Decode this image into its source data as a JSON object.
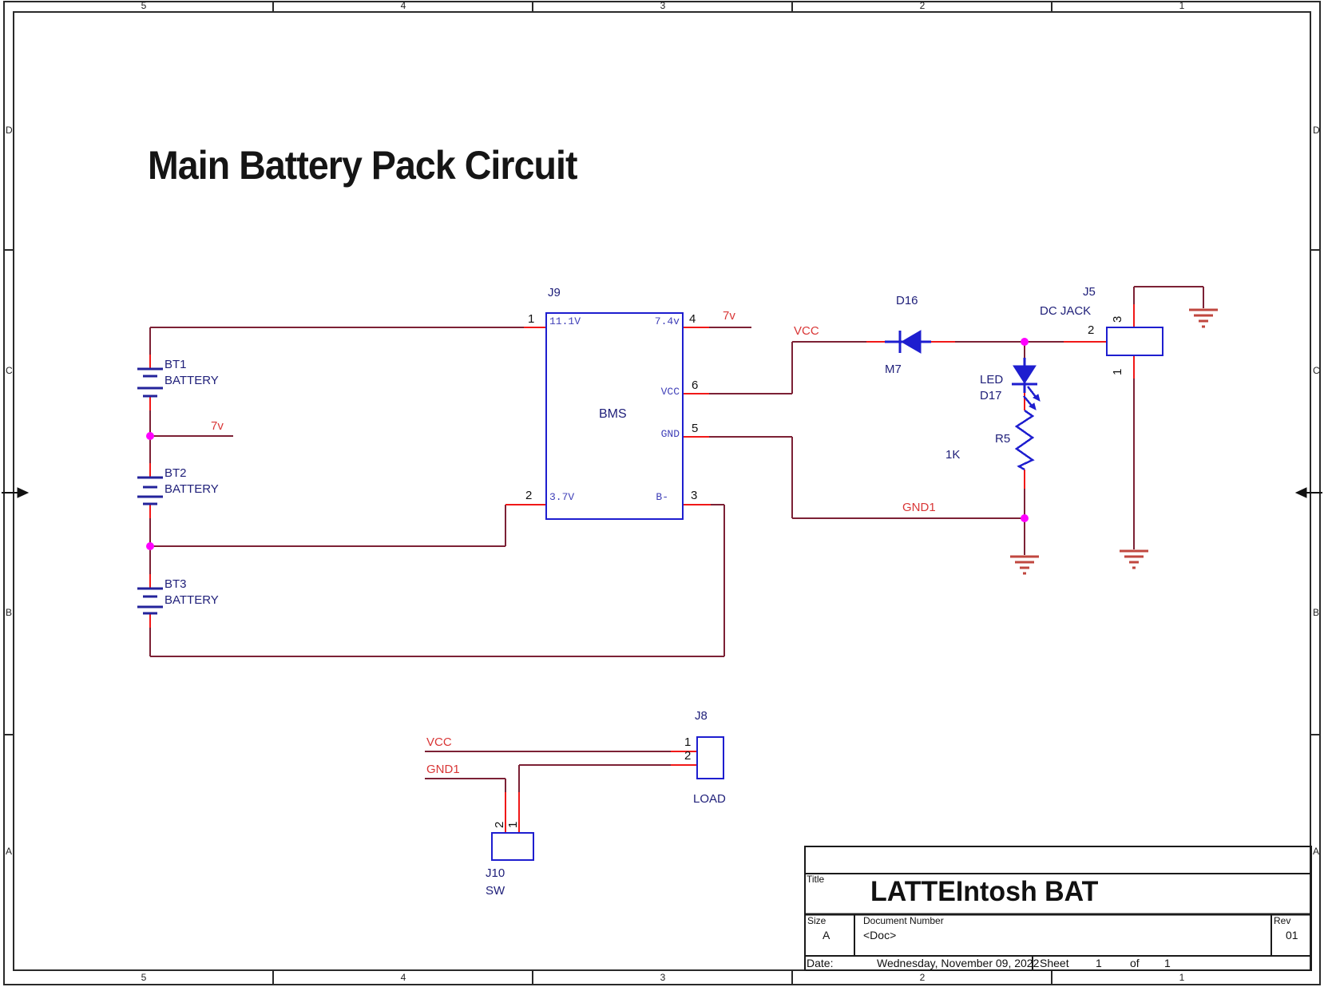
{
  "colors": {
    "wire": "#7c2135",
    "pin": "#f01818",
    "symbol": "#1e1ecf",
    "battery": "#23239b",
    "junction": "#ff00ff",
    "ground": "#c0473f",
    "net_label": "#d93636",
    "ref_text": "#20207a",
    "pin_name": "#4040b8",
    "frame": "#2a2a2a"
  },
  "sheet": {
    "title": "Main Battery Pack Circuit",
    "frame": {
      "columns": [
        "5",
        "4",
        "3",
        "2",
        "1"
      ],
      "rows": [
        "D",
        "C",
        "B",
        "A"
      ]
    }
  },
  "components": {
    "j9": {
      "ref": "J9",
      "name": "BMS",
      "pins": {
        "n1": "1",
        "n2": "2",
        "n3": "3",
        "n4": "4",
        "n5": "5",
        "n6": "6"
      },
      "pin_names": {
        "p1": "11.1V",
        "p2": "3.7V",
        "p3": "B-",
        "p4": "7.4v",
        "p5": "GND",
        "p6": "VCC"
      }
    },
    "bt1": {
      "ref": "BT1",
      "value": "BATTERY"
    },
    "bt2": {
      "ref": "BT2",
      "value": "BATTERY"
    },
    "bt3": {
      "ref": "BT3",
      "value": "BATTERY"
    },
    "d16": {
      "ref": "D16",
      "value": "M7"
    },
    "d17": {
      "ref": "D17",
      "value": "LED"
    },
    "r5": {
      "ref": "R5",
      "value": "1K"
    },
    "j5": {
      "ref": "J5",
      "value": "DC JACK",
      "pins": {
        "n1": "1",
        "n2": "2",
        "n3": "3"
      }
    },
    "j8": {
      "ref": "J8",
      "value": "LOAD",
      "pins": {
        "n1": "1",
        "n2": "2"
      }
    },
    "j10": {
      "ref": "J10",
      "value": "SW",
      "pins": {
        "n1": "1",
        "n2": "2"
      }
    }
  },
  "net_labels": {
    "tap_7v": "7v",
    "out_7v": "7v",
    "vcc_top": "VCC",
    "gnd1_top": "GND1",
    "vcc_bottom": "VCC",
    "gnd1_bottom": "GND1"
  },
  "title_block": {
    "title_label": "Title",
    "title": "LATTEIntosh BAT",
    "size_label": "Size",
    "size": "A",
    "doc_label": "Document Number",
    "doc": "<Doc>",
    "rev_label": "Rev",
    "rev": "01",
    "date_label": "Date:",
    "date": "Wednesday, November 09, 2022",
    "sheet_label": "Sheet",
    "sheet_num": "1",
    "of_label": "of",
    "sheet_total": "1"
  }
}
